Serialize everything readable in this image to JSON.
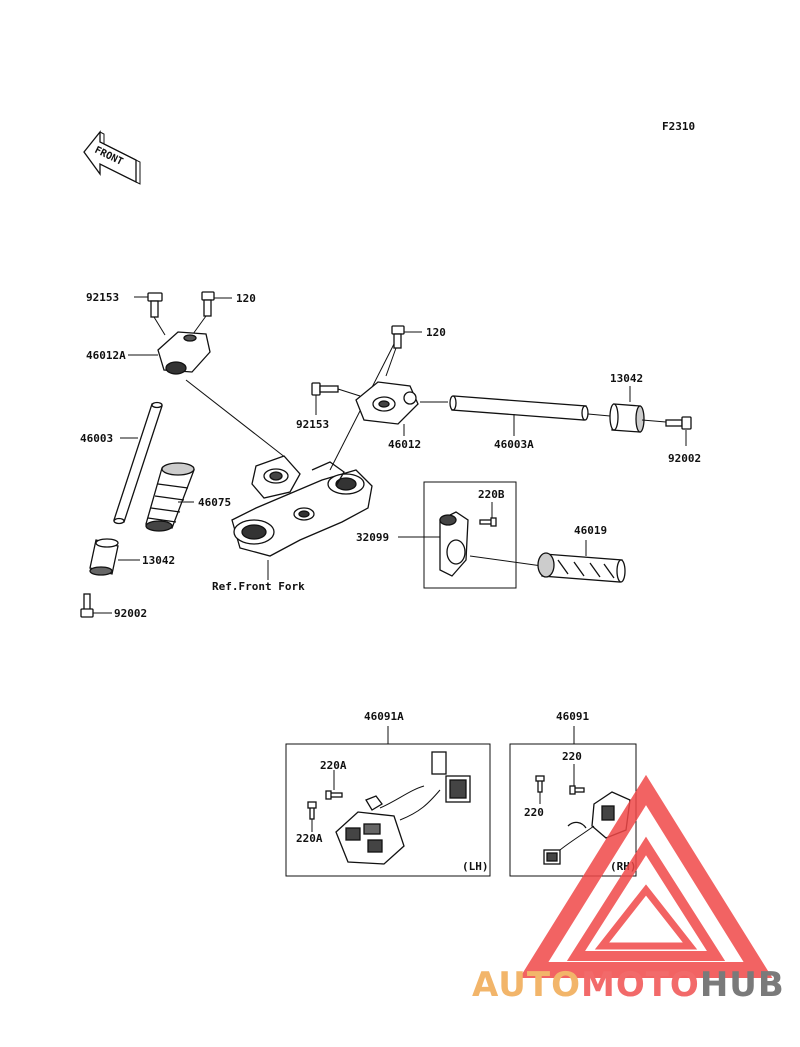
{
  "figure_code": "F2310",
  "front_marker": "FRONT",
  "labels": {
    "p92153_l": "92153",
    "p120_l": "120",
    "p46012A": "46012A",
    "p46003": "46003",
    "p46075": "46075",
    "p13042_l": "13042",
    "p92002_l": "92002",
    "ref_front_fork": "Ref.Front Fork",
    "p120_r": "120",
    "p92153_r": "92153",
    "p46012": "46012",
    "p46003A": "46003A",
    "p13042_r": "13042",
    "p92002_r": "92002",
    "p220B": "220B",
    "p32099": "32099",
    "p46019": "46019",
    "p46091A": "46091A",
    "p220A_a": "220A",
    "p220A_b": "220A",
    "lh": "(LH)",
    "p46091": "46091",
    "p220_a": "220",
    "p220_b": "220",
    "rh": "(RH)"
  },
  "watermark": {
    "part1": "AUTO",
    "part2": "MOTO",
    "part3": "HUB",
    "color1": "#f2b56a",
    "color2": "#f26a6a",
    "color3": "#7a7a7a"
  }
}
